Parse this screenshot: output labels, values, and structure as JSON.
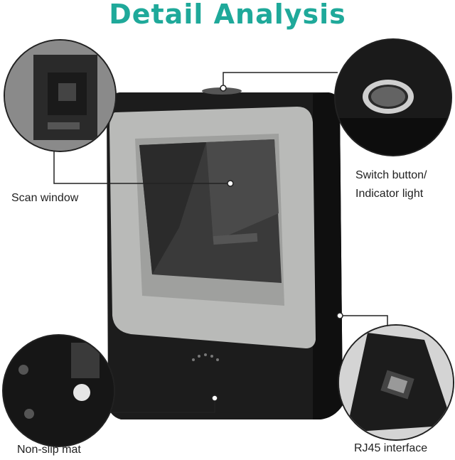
{
  "title": "Detail Analysis",
  "labels": {
    "scan_window": "Scan window",
    "switch_button_line1": "Switch button/",
    "switch_button_line2": "Indicator light",
    "non_slip_mat": "Non-slip mat",
    "rj45": "RJ45 interface"
  },
  "colors": {
    "title": "#1fa99a",
    "device_body": "#1c1c1c",
    "device_bezel": "#b9bab8",
    "scan_glass": "#3a3a3a"
  },
  "icons": {
    "scanner": "barcode-scanner-illustration",
    "top_button": "power-button-icon",
    "speaker": "speaker-grille-icon"
  }
}
